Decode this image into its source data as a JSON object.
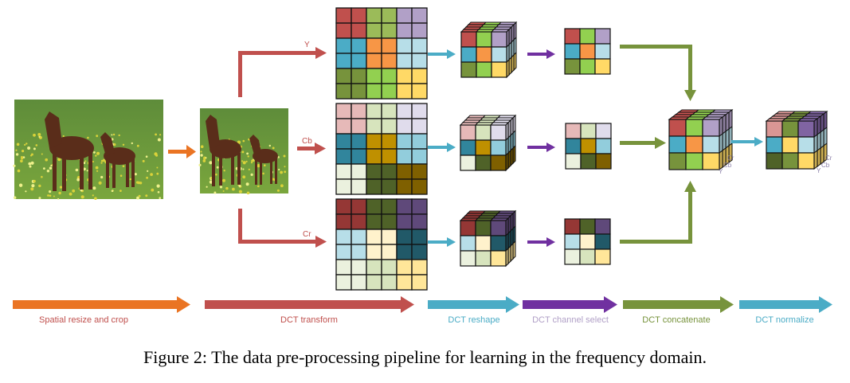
{
  "colors": {
    "orange": "#ea7423",
    "red": "#c0504d",
    "teal": "#4bacc6",
    "purple": "#7030a0",
    "green": "#77933c",
    "lavender": "#b1a0c7",
    "grass": "#6e9a3a"
  },
  "branches": {
    "y": "Y",
    "cb": "Cb",
    "cr": "Cr"
  },
  "cube_labels": {
    "cr": "Cr",
    "cb": "Cb",
    "y": "Y"
  },
  "pipeline": [
    {
      "label": "Spatial resize and crop",
      "color": "#ea7423"
    },
    {
      "label": "DCT transform",
      "color": "#c0504d"
    },
    {
      "label": "DCT reshape",
      "color": "#4bacc6"
    },
    {
      "label": "DCT channel select",
      "color": "#b1a0c7"
    },
    {
      "label": "DCT concatenate",
      "color": "#77933c"
    },
    {
      "label": "DCT normalize",
      "color": "#4bacc6"
    }
  ],
  "grids": {
    "y": [
      [
        "#c0504d",
        "#c0504d",
        "#9bbb59",
        "#9bbb59",
        "#b1a0c7",
        "#b1a0c7"
      ],
      [
        "#c0504d",
        "#c0504d",
        "#9bbb59",
        "#9bbb59",
        "#b1a0c7",
        "#b1a0c7"
      ],
      [
        "#4bacc6",
        "#4bacc6",
        "#f79646",
        "#f79646",
        "#b7dee8",
        "#b7dee8"
      ],
      [
        "#4bacc6",
        "#4bacc6",
        "#f79646",
        "#f79646",
        "#b7dee8",
        "#b7dee8"
      ],
      [
        "#77933c",
        "#77933c",
        "#92d050",
        "#92d050",
        "#ffd966",
        "#ffd966"
      ],
      [
        "#77933c",
        "#77933c",
        "#92d050",
        "#92d050",
        "#ffd966",
        "#ffd966"
      ]
    ],
    "cb": [
      [
        "#e6b9b8",
        "#e6b9b8",
        "#d7e4bd",
        "#d7e4bd",
        "#e0dcec",
        "#e0dcec"
      ],
      [
        "#e6b9b8",
        "#e6b9b8",
        "#d7e4bd",
        "#d7e4bd",
        "#e0dcec",
        "#e0dcec"
      ],
      [
        "#31859c",
        "#31859c",
        "#bf9000",
        "#bf9000",
        "#92cddc",
        "#92cddc"
      ],
      [
        "#31859c",
        "#31859c",
        "#bf9000",
        "#bf9000",
        "#92cddc",
        "#92cddc"
      ],
      [
        "#ebf1de",
        "#ebf1de",
        "#4f6228",
        "#4f6228",
        "#7f6000",
        "#7f6000"
      ],
      [
        "#ebf1de",
        "#ebf1de",
        "#4f6228",
        "#4f6228",
        "#7f6000",
        "#7f6000"
      ]
    ],
    "cr": [
      [
        "#953735",
        "#953735",
        "#4f6228",
        "#4f6228",
        "#5f497a",
        "#5f497a"
      ],
      [
        "#953735",
        "#953735",
        "#4f6228",
        "#4f6228",
        "#5f497a",
        "#5f497a"
      ],
      [
        "#b7dee8",
        "#b7dee8",
        "#fff2cc",
        "#fff2cc",
        "#215968",
        "#215968"
      ],
      [
        "#b7dee8",
        "#b7dee8",
        "#fff2cc",
        "#fff2cc",
        "#215968",
        "#215968"
      ],
      [
        "#ebf1de",
        "#ebf1de",
        "#d7e4bd",
        "#d7e4bd",
        "#ffe699",
        "#ffe699"
      ],
      [
        "#ebf1de",
        "#ebf1de",
        "#d7e4bd",
        "#d7e4bd",
        "#ffe699",
        "#ffe699"
      ]
    ]
  },
  "selected": {
    "y": [
      [
        "#c0504d",
        "#92d050",
        "#b1a0c7"
      ],
      [
        "#4bacc6",
        "#f79646",
        "#b7dee8"
      ],
      [
        "#77933c",
        "#92d050",
        "#ffd966"
      ]
    ],
    "cb": [
      [
        "#e6b9b8",
        "#d7e4bd",
        "#e0dcec"
      ],
      [
        "#31859c",
        "#bf9000",
        "#92cddc"
      ],
      [
        "#ebf1de",
        "#4f6228",
        "#7f6000"
      ]
    ],
    "cr": [
      [
        "#953735",
        "#4f6228",
        "#5f497a"
      ],
      [
        "#b7dee8",
        "#fff2cc",
        "#215968"
      ],
      [
        "#ebf1de",
        "#d7e4bd",
        "#ffe699"
      ]
    ]
  },
  "concat": [
    [
      "#c0504d",
      "#92d050",
      "#b1a0c7"
    ],
    [
      "#4bacc6",
      "#f79646",
      "#b7dee8"
    ],
    [
      "#77933c",
      "#92d050",
      "#ffd966"
    ]
  ],
  "normalized": [
    [
      "#d99694",
      "#77933c",
      "#8064a2"
    ],
    [
      "#4bacc6",
      "#ffd966",
      "#b7dee8"
    ],
    [
      "#4f6228",
      "#77933c",
      "#ffd966"
    ]
  ],
  "caption": "Figure 2: The data pre-processing pipeline for learning in the frequency domain."
}
